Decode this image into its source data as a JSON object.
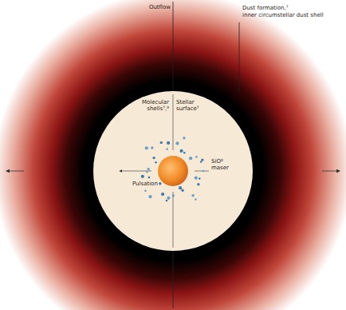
{
  "diagram": {
    "labels": [
      "Outflow",
      "Dust formation,⁷",
      "inner circumstellar dust shell",
      "Molecular shells⁷,⁸",
      "Stellar surface⁷",
      "SiO⁸ maser",
      "Pulsation"
    ]
  }
}
